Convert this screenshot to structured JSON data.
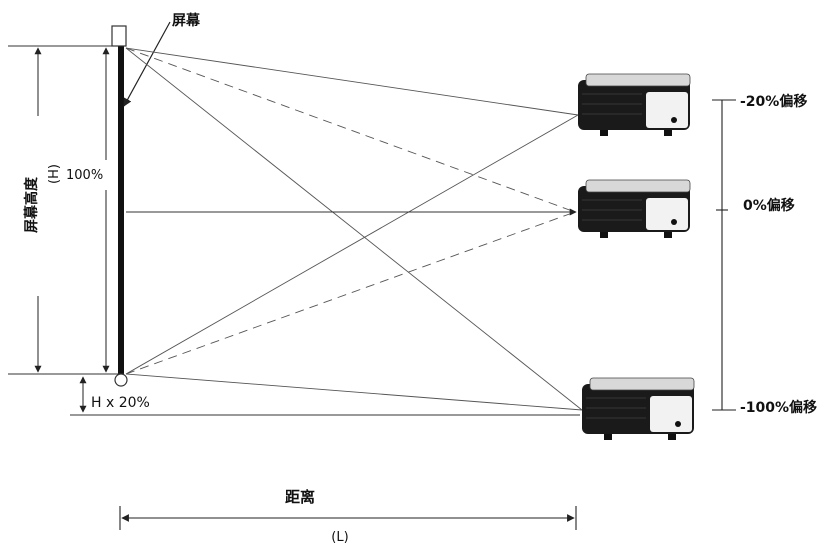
{
  "labels": {
    "screen": "屏幕",
    "screen_height": "屏幕高度",
    "h": "(H)",
    "percent100": "100%",
    "hx20": "H x 20%",
    "distance": "距离",
    "l": "(L)"
  },
  "offsets": [
    {
      "label": "-20%偏移"
    },
    {
      "label": "0%偏移"
    },
    {
      "label": "-100%偏移"
    }
  ]
}
